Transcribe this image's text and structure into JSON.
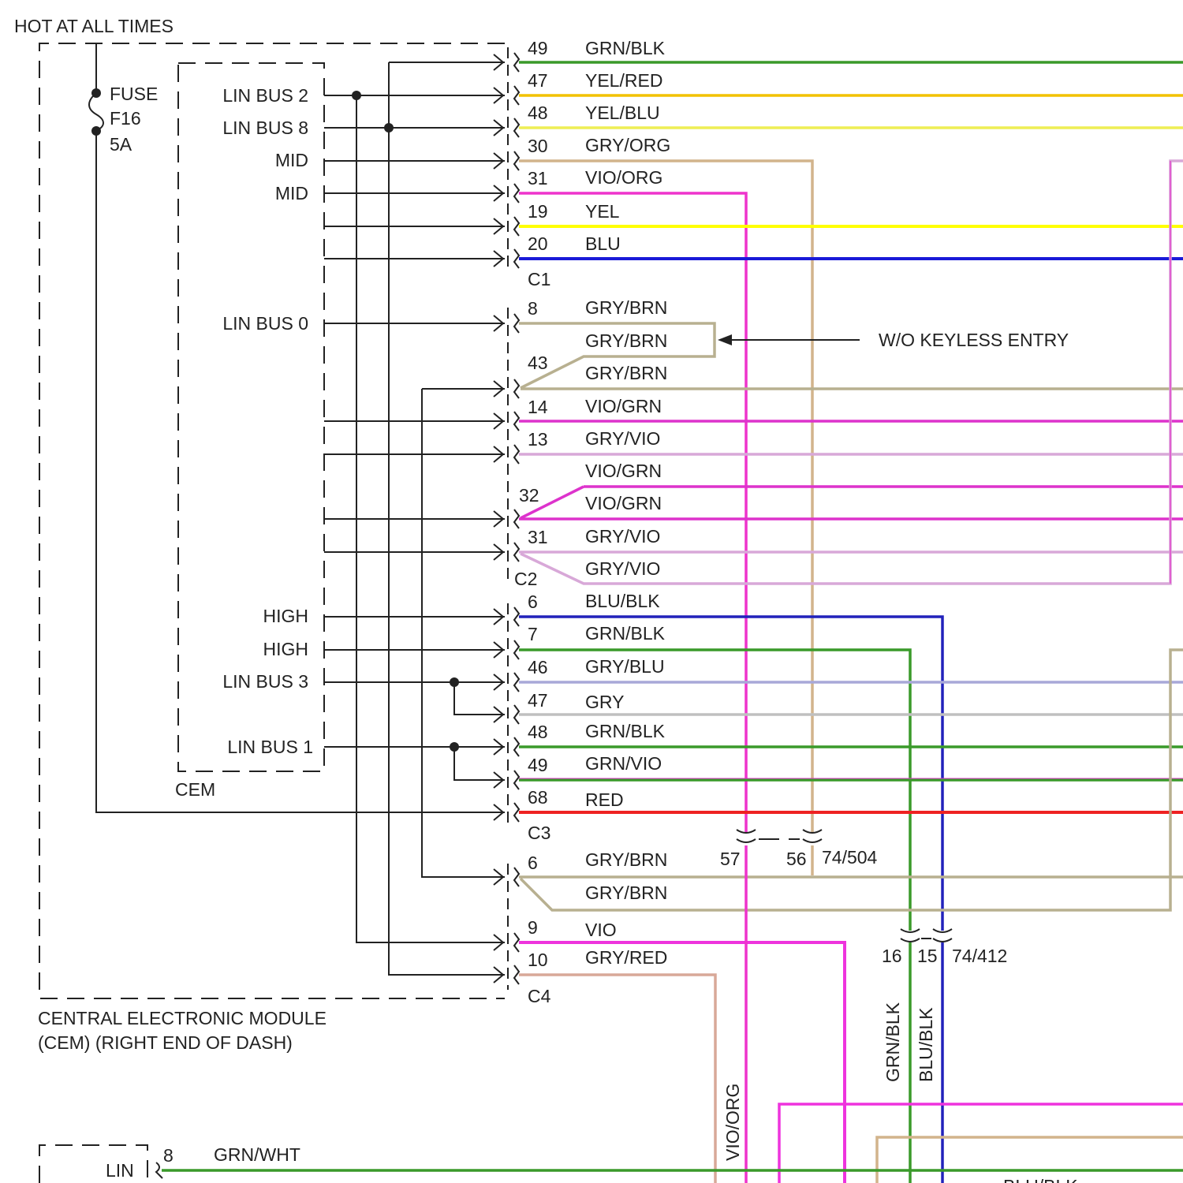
{
  "header": {
    "hot_label": "HOT AT ALL TIMES"
  },
  "fuse": {
    "line1": "FUSE",
    "line2": "F16",
    "line3": "5A"
  },
  "cem_inner": {
    "label": "CEM",
    "pins": {
      "lin_bus_2": "LIN BUS 2",
      "lin_bus_8": "LIN BUS 8",
      "mid_a": "MID",
      "mid_b": "MID",
      "lin_bus_0": "LIN BUS 0",
      "high_a": "HIGH",
      "high_b": "HIGH",
      "lin_bus_3": "LIN BUS 3",
      "lin_bus_1": "LIN BUS 1"
    }
  },
  "module": {
    "line1": "CENTRAL ELECTRONIC MODULE",
    "line2": "(CEM) (RIGHT END OF DASH)"
  },
  "connectors": {
    "c1": "C1",
    "c2": "C2",
    "c3": "C3",
    "c4": "C4"
  },
  "annotation": {
    "keyless": "W/O KEYLESS ENTRY"
  },
  "pins": [
    {
      "pin": "49",
      "wire": "GRN/BLK",
      "color": "#3a9a2a"
    },
    {
      "pin": "47",
      "wire": "YEL/RED",
      "color": "#f2c200"
    },
    {
      "pin": "48",
      "wire": "YEL/BLU",
      "color": "#eeee55"
    },
    {
      "pin": "30",
      "wire": "GRY/ORG",
      "color": "#d2b48c"
    },
    {
      "pin": "31",
      "wire": "VIO/ORG",
      "color": "#ee33cc"
    },
    {
      "pin": "19",
      "wire": "YEL",
      "color": "#ffff00"
    },
    {
      "pin": "20",
      "wire": "BLU",
      "color": "#1a1ad8"
    },
    {
      "pin": "8",
      "wire": "GRY/BRN",
      "color": "#b8b090"
    },
    {
      "pin": "",
      "wire": "GRY/BRN",
      "color": "#b8b090"
    },
    {
      "pin": "43",
      "wire": "GRY/BRN",
      "color": "#b8b090"
    },
    {
      "pin": "14",
      "wire": "VIO/GRN",
      "color": "#dd33cc"
    },
    {
      "pin": "13",
      "wire": "GRY/VIO",
      "color": "#d8a8d8"
    },
    {
      "pin": "",
      "wire": "VIO/GRN",
      "color": "#dd33cc"
    },
    {
      "pin": "32",
      "wire": "VIO/GRN",
      "color": "#dd33cc"
    },
    {
      "pin": "31",
      "wire": "GRY/VIO",
      "color": "#d8a8d8"
    },
    {
      "pin": "",
      "wire": "GRY/VIO",
      "color": "#d8a8d8"
    },
    {
      "pin": "6",
      "wire": "BLU/BLK",
      "color": "#2222bb"
    },
    {
      "pin": "7",
      "wire": "GRN/BLK",
      "color": "#3a9a2a"
    },
    {
      "pin": "46",
      "wire": "GRY/BLU",
      "color": "#a8a8d8"
    },
    {
      "pin": "47",
      "wire": "GRY",
      "color": "#c0c0c0"
    },
    {
      "pin": "48",
      "wire": "GRN/BLK",
      "color": "#3a9a2a"
    },
    {
      "pin": "49",
      "wire": "GRN/VIO",
      "color": "#3a9a2a"
    },
    {
      "pin": "68",
      "wire": "RED",
      "color": "#ee2222"
    },
    {
      "pin": "6",
      "wire": "GRY/BRN",
      "color": "#b8b090"
    },
    {
      "pin": "",
      "wire": "GRY/BRN",
      "color": "#b8b090"
    },
    {
      "pin": "9",
      "wire": "VIO",
      "color": "#ee33dd"
    },
    {
      "pin": "10",
      "wire": "GRY/RED",
      "color": "#d8a898"
    }
  ],
  "splices": {
    "s57": "57",
    "s56": "56",
    "ref1": "74/504",
    "s16": "16",
    "s15": "15",
    "ref2": "74/412"
  },
  "vertical_labels": {
    "vio_org": "VIO/ORG",
    "grn_blk": "GRN/BLK",
    "blu_blk": "BLU/BLK"
  },
  "bottom": {
    "lin": "LIN",
    "pin": "8",
    "wire": "GRN/WHT",
    "partial": "BLU/BLK"
  }
}
